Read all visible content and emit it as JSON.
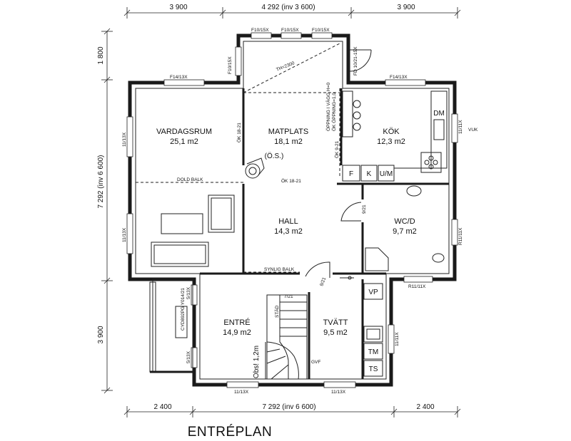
{
  "title": "ENTRÉPLAN",
  "dimensions": {
    "top": [
      "3 900",
      "4 292 (inv 3 600)",
      "3 900"
    ],
    "bottom": [
      "2 400",
      "7 292 (inv 6 600)",
      "2 400"
    ],
    "left": [
      "1 800",
      "7 292 (inv 6 600)",
      "3 900"
    ]
  },
  "rooms": [
    {
      "name": "VARDAGSRUM",
      "area": "25,1 m2"
    },
    {
      "name": "MATPLATS",
      "area": "18,1 m2"
    },
    {
      "name": "KÖK",
      "area": "12,3 m2"
    },
    {
      "name": "HALL",
      "area": "14,3 m2"
    },
    {
      "name": "WC/D",
      "area": "9,7 m2"
    },
    {
      "name": "ENTRÉ",
      "area": "14,9 m2"
    },
    {
      "name": "TVÄTT",
      "area": "9,5 m2"
    }
  ],
  "windows": {
    "f10_15x": "F10/15X",
    "f14_13x": "F14/13X",
    "f10_15x_side": "F10/15X",
    "fd": "FD 10/21-15X",
    "w11_13x": "11/13X",
    "w11_11x": "11/11X",
    "r11_11x": "R11/11X",
    "r11_11x_bottom": "R11/11X",
    "w5_13x": "5/13X",
    "w11_13x_bottom": "11/13X"
  },
  "annotations": {
    "th": "TH=2300",
    "dold_balk": "DOLD BALK",
    "synlig_balk": "SYNLIG BALK",
    "ok_18_21": "ÖK 18-21",
    "ok_9_21": "ÖK 9-21",
    "oppning": "ÖPPNING I VÄGG H=0",
    "ok_oppning": "ÖK ÖPPNING=1,0",
    "os": "(Ö.S.)",
    "vuk": "VUK",
    "dm": "DM",
    "f": "F",
    "k": "K",
    "um": "U/M",
    "vp": "VP",
    "tm": "TM",
    "ts": "TS",
    "door_9_21": "9/21",
    "door_7_21": "7/21",
    "stad": "STÄD",
    "obs": "Obs! 1,2m",
    "gvf": "GVF",
    "entrance_door": "CYD892PG Y014/21"
  }
}
